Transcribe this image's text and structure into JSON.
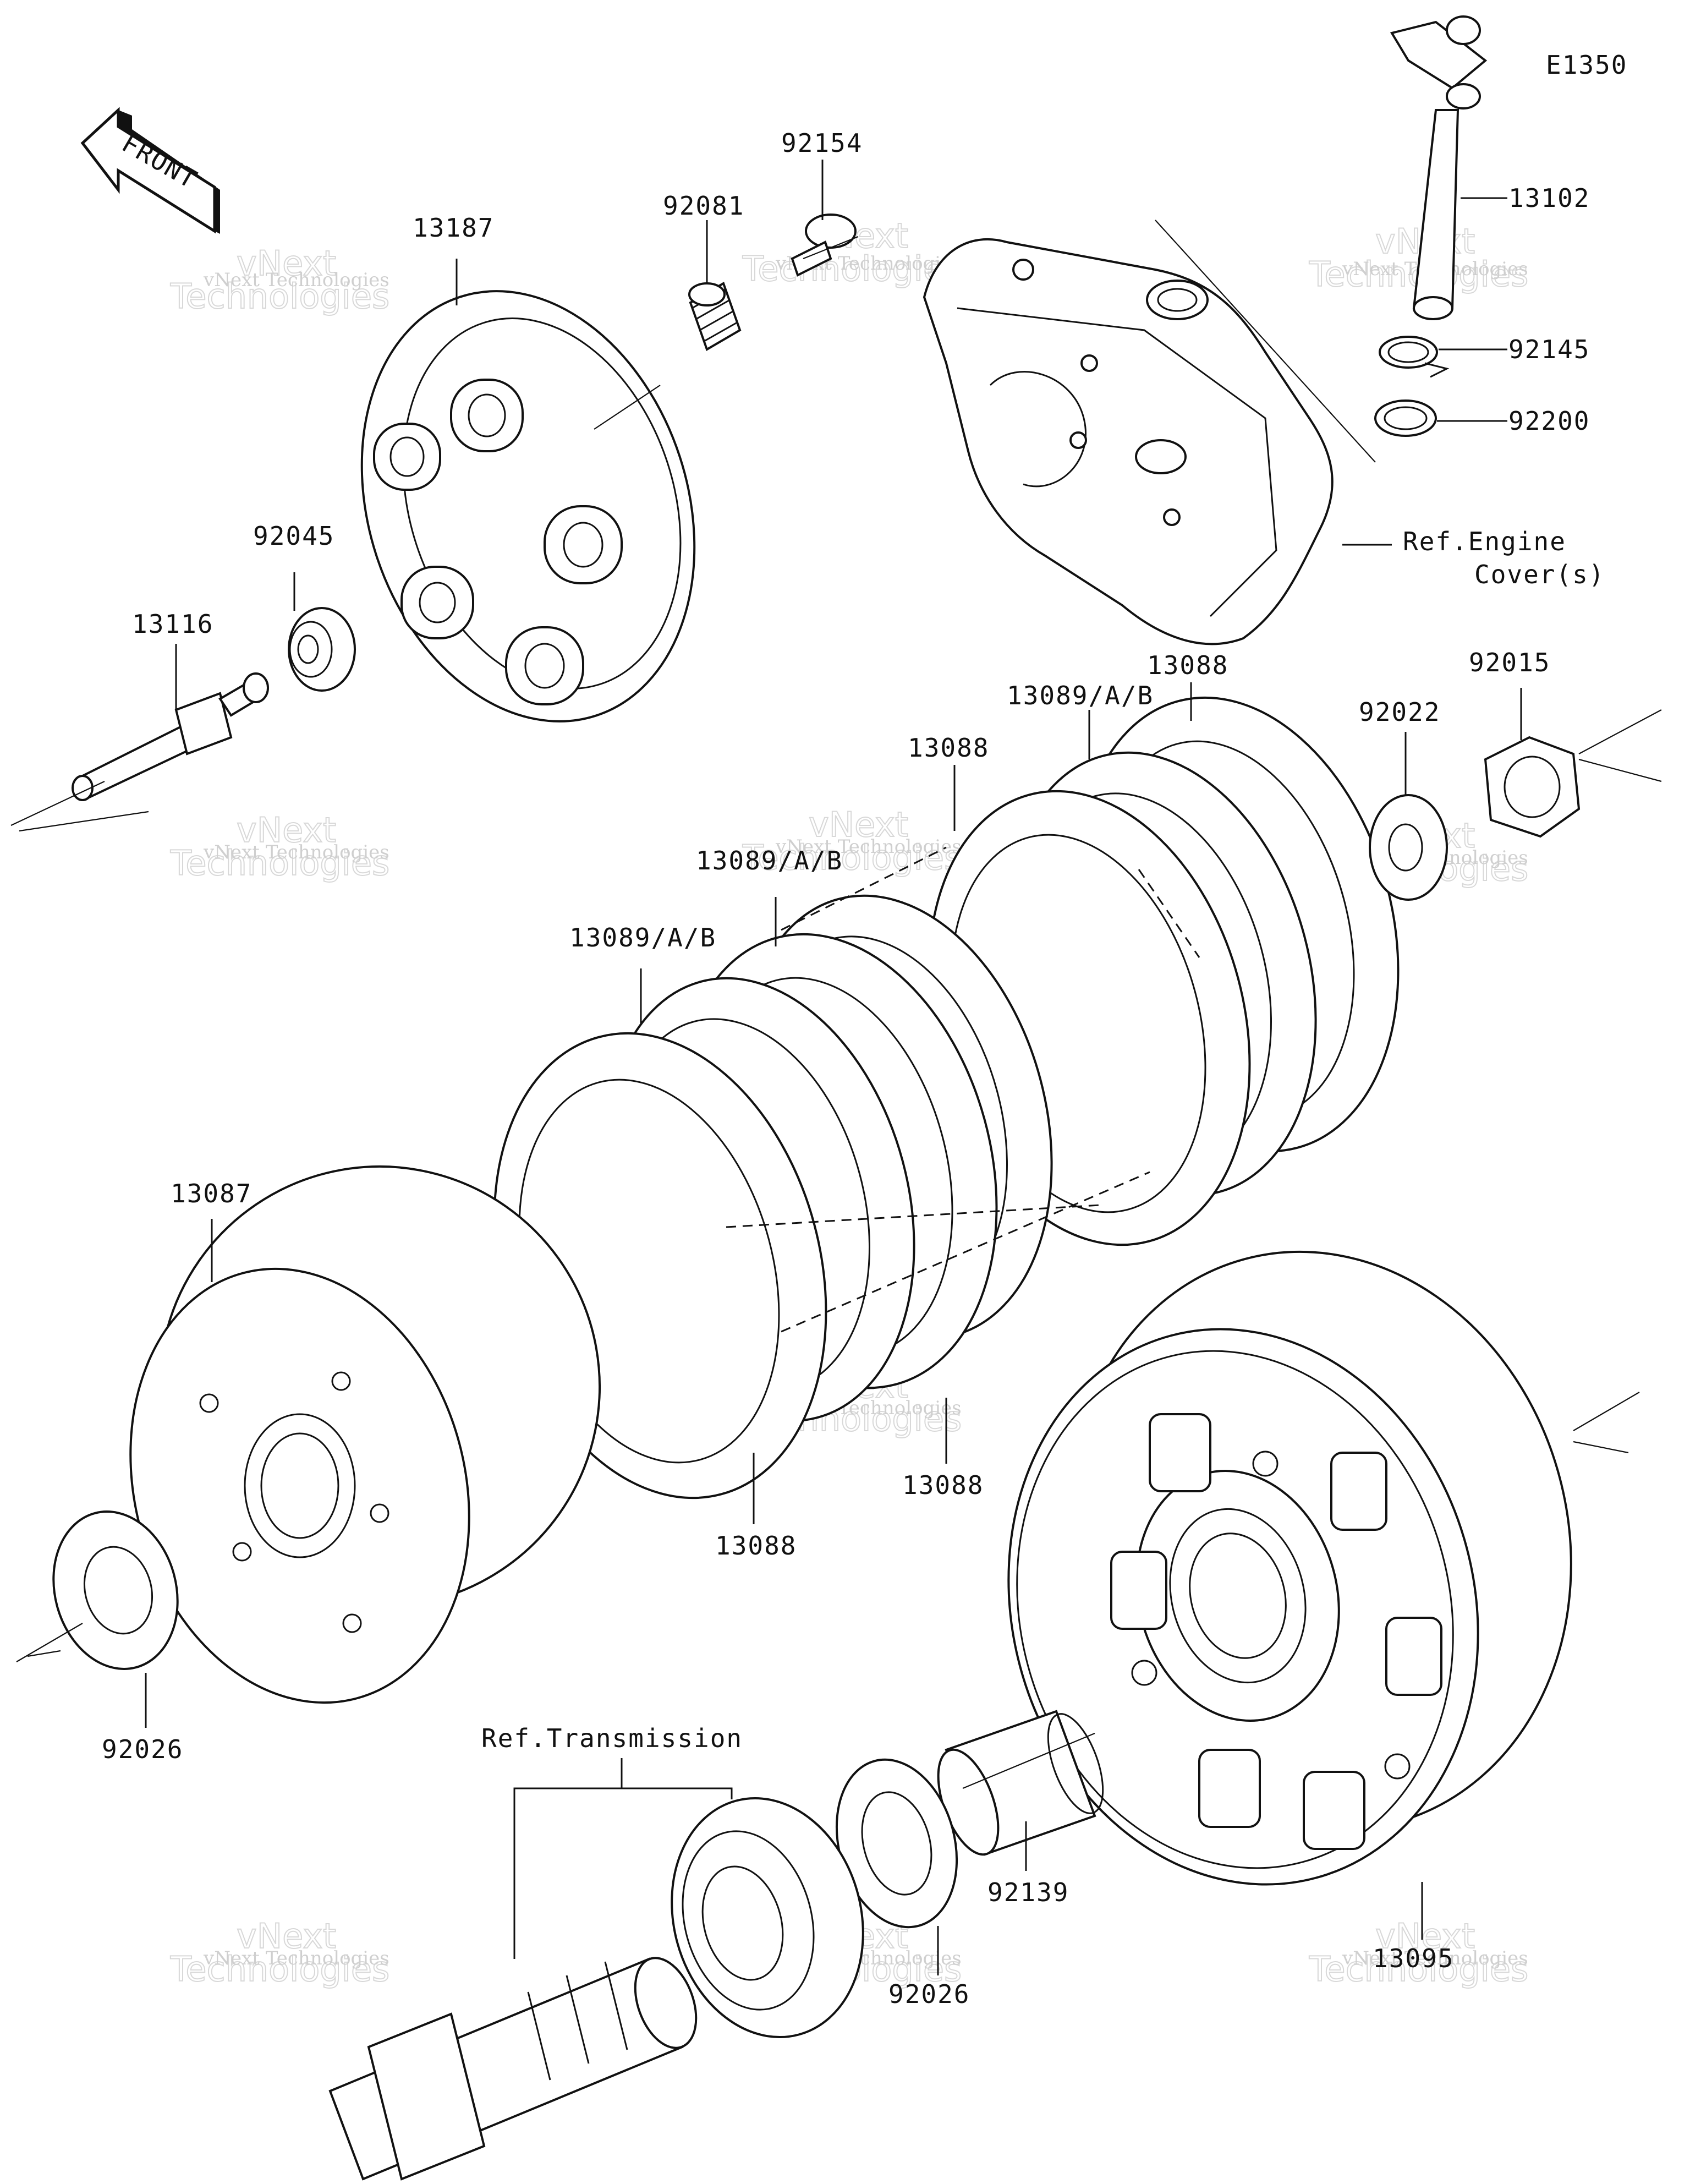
{
  "diagram_code": "E1350",
  "front_arrow": {
    "text": "FRONT",
    "icon": "front-direction-arrow-icon"
  },
  "parts": [
    {
      "id": "13102",
      "label": "13102"
    },
    {
      "id": "92145",
      "label": "92145"
    },
    {
      "id": "92200",
      "label": "92200"
    },
    {
      "id": "92154",
      "label": "92154"
    },
    {
      "id": "92081",
      "label": "92081"
    },
    {
      "id": "13187",
      "label": "13187"
    },
    {
      "id": "92045",
      "label": "92045"
    },
    {
      "id": "13116",
      "label": "13116"
    },
    {
      "id": "13088-top",
      "label": "13088"
    },
    {
      "id": "92015",
      "label": "92015"
    },
    {
      "id": "92022",
      "label": "92022"
    },
    {
      "id": "13089-1",
      "label": "13089/A/B"
    },
    {
      "id": "13088-mid",
      "label": "13088"
    },
    {
      "id": "13089-2",
      "label": "13089/A/B"
    },
    {
      "id": "13089-3",
      "label": "13089/A/B"
    },
    {
      "id": "13087",
      "label": "13087"
    },
    {
      "id": "13088-bottom",
      "label": "13088"
    },
    {
      "id": "13088-lower",
      "label": "13088"
    },
    {
      "id": "92026-left",
      "label": "92026"
    },
    {
      "id": "92139",
      "label": "92139"
    },
    {
      "id": "92026-center",
      "label": "92026"
    },
    {
      "id": "13095",
      "label": "13095"
    }
  ],
  "references": {
    "engine_cover_line1": "Ref.Engine",
    "engine_cover_line2": "Cover(s)",
    "transmission": "Ref.Transmission"
  },
  "watermark": {
    "line1": "vNext Technologies",
    "line2": "Technologies",
    "line3": "vNext"
  }
}
